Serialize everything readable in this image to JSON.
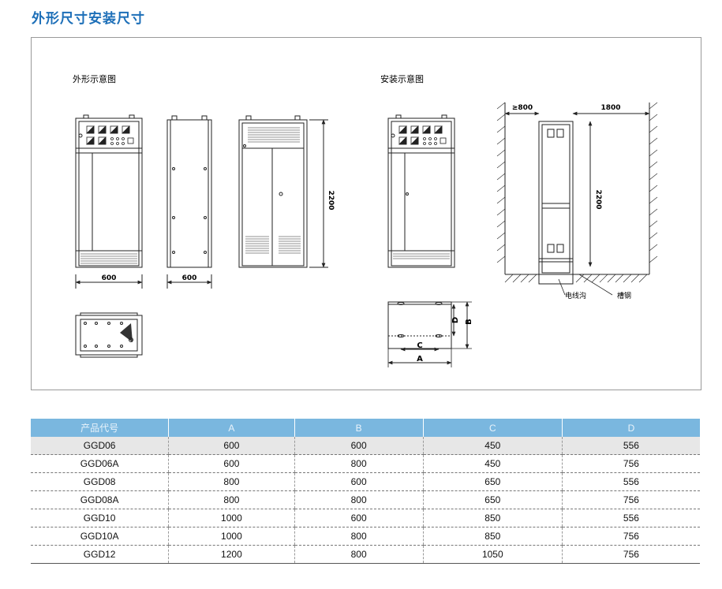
{
  "page": {
    "title": "外形尺寸安装尺寸"
  },
  "drawing": {
    "outline_caption": "外形示意图",
    "install_caption": "安装示意图",
    "dim_front_width": "600",
    "dim_side_depth": "600",
    "dim_height": "2200",
    "dim_install_height": "2200",
    "dim_front_clearance": "≥800",
    "dim_rear_clearance": "1800",
    "label_cable_trench": "电线沟",
    "label_channel_steel": "槽钢",
    "label_A": "A",
    "label_B": "B",
    "label_C": "C",
    "label_D": "D"
  },
  "table": {
    "headers": [
      "产品代号",
      "A",
      "B",
      "C",
      "D"
    ],
    "rows": [
      [
        "GGD06",
        "600",
        "600",
        "450",
        "556"
      ],
      [
        "GGD06A",
        "600",
        "800",
        "450",
        "756"
      ],
      [
        "GGD08",
        "800",
        "600",
        "650",
        "556"
      ],
      [
        "GGD08A",
        "800",
        "800",
        "650",
        "756"
      ],
      [
        "GGD10",
        "1000",
        "600",
        "850",
        "556"
      ],
      [
        "GGD10A",
        "1000",
        "800",
        "850",
        "756"
      ],
      [
        "GGD12",
        "1200",
        "800",
        "1050",
        "756"
      ]
    ]
  }
}
